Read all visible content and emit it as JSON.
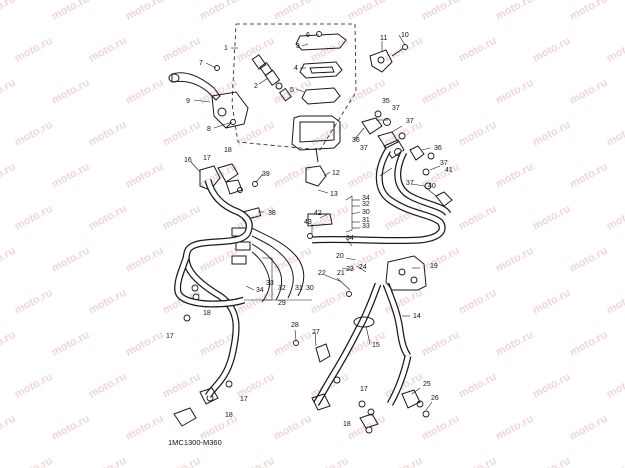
{
  "diagram": {
    "code": "1MC1300-M360",
    "watermark": "moto.ru",
    "labels": [
      "1",
      "2",
      "3",
      "4",
      "5",
      "6",
      "7",
      "8",
      "9",
      "10",
      "11",
      "12",
      "13",
      "14",
      "15",
      "16",
      "17",
      "18",
      "19",
      "20",
      "21",
      "22",
      "23",
      "24",
      "25",
      "26",
      "27",
      "28",
      "29",
      "30",
      "31",
      "32",
      "33",
      "34",
      "35",
      "36",
      "37",
      "38",
      "39",
      "40",
      "41",
      "42",
      "43"
    ],
    "colors": {
      "line": "#1a1a1a",
      "watermark": "#e6b3b3",
      "background": "#ffffff"
    }
  }
}
